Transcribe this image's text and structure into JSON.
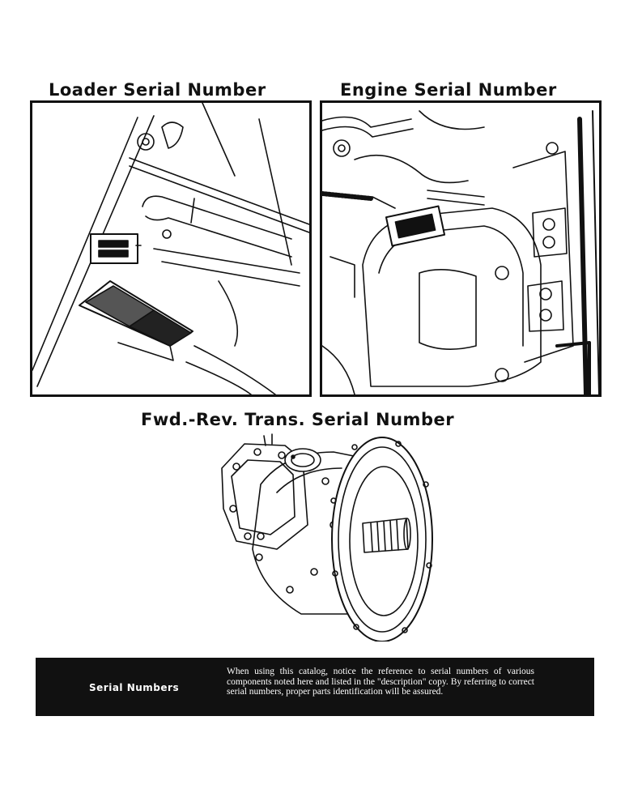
{
  "sections": {
    "loader": {
      "heading": "Loader Serial Number"
    },
    "engine": {
      "heading": "Engine Serial Number"
    },
    "transmission": {
      "heading": "Fwd.-Rev. Trans. Serial Number"
    }
  },
  "note": {
    "title": "Serial Numbers",
    "text": "When using this catalog, notice the reference to serial numbers of various components noted here and listed in the \"description\" copy. By referring to correct serial numbers, proper parts identification will be assured."
  },
  "colors": {
    "ink": "#111111",
    "paper": "#ffffff"
  }
}
